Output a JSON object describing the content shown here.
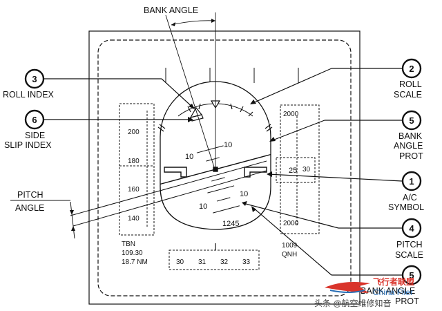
{
  "callouts": [
    {
      "id": "roll-index",
      "number": "3",
      "lines": [
        "ROLL INDEX"
      ]
    },
    {
      "id": "side-slip-index",
      "number": "6",
      "lines": [
        "SIDE",
        "SLIP INDEX"
      ]
    },
    {
      "id": "roll-scale",
      "number": "2",
      "lines": [
        "ROLL",
        "SCALE"
      ]
    },
    {
      "id": "bank-angle-prot",
      "number": "5",
      "lines": [
        "BANK",
        "ANGLE",
        "PROT"
      ]
    },
    {
      "id": "ac-symbol",
      "number": "1",
      "lines": [
        "A/C",
        "SYMBOL"
      ]
    },
    {
      "id": "pitch-scale",
      "number": "4",
      "lines": [
        "PITCH",
        "SCALE"
      ]
    },
    {
      "id": "bank-angle-prot-2",
      "number": "5",
      "lines": [
        "BANK ANGLE",
        "PROT"
      ]
    }
  ],
  "labels": {
    "bank_angle": "BANK ANGLE",
    "pitch_angle": [
      "PITCH",
      "ANGLE"
    ]
  },
  "pfd": {
    "pitch_labels": [
      "10",
      "10",
      "10",
      "10"
    ],
    "altitude_readout": "1245",
    "speed_ticks": [
      "200",
      "180",
      "160",
      "140"
    ],
    "alt_ticks": [
      "2000",
      "25",
      "30",
      "2000"
    ],
    "baro": [
      "1009",
      "QNH"
    ],
    "nav_info": [
      "TBN",
      "109.30",
      "18.7 NM"
    ],
    "heading_ticks": [
      "30",
      "31",
      "32",
      "33"
    ]
  },
  "watermark": {
    "brand": "飞行者联盟",
    "brand_sub": "China Flier",
    "credit": "头条 @航空维修知音"
  }
}
